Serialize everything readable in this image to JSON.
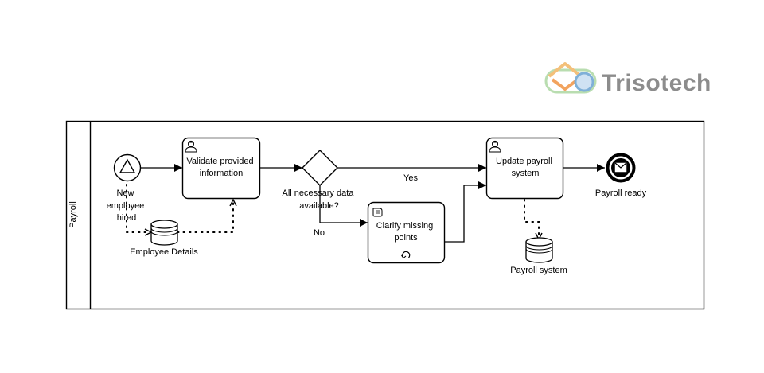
{
  "brand": {
    "name": "Trisotech"
  },
  "pool": {
    "lane_label": "Payroll"
  },
  "start_event": {
    "label_lines": [
      "New",
      "employee",
      "hired"
    ]
  },
  "tasks": {
    "validate": {
      "label_lines": [
        "Validate provided",
        "information"
      ],
      "kind": "user-task"
    },
    "update": {
      "label_lines": [
        "Update payroll",
        "system"
      ],
      "kind": "user-task"
    },
    "clarify": {
      "label_lines": [
        "Clarify missing",
        "points"
      ],
      "kind": "manual-task",
      "marker": "loop"
    }
  },
  "gateway": {
    "label_lines": [
      "All necessary data",
      "available?"
    ]
  },
  "flows": {
    "yes_label": "Yes",
    "no_label": "No"
  },
  "data_stores": {
    "employee_details": "Employee Details",
    "payroll_system": "Payroll system"
  },
  "end_event": {
    "label": "Payroll ready"
  }
}
